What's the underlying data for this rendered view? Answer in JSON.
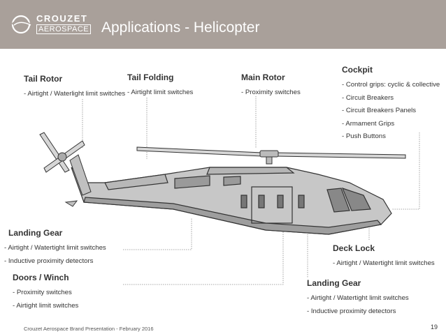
{
  "header": {
    "logo_name": "CROUZET",
    "logo_sub": "AEROSPACE",
    "title": "Applications - Helicopter",
    "bg_color": "#a9a09a"
  },
  "callouts": {
    "tail_rotor": {
      "title": "Tail Rotor",
      "items": [
        "- Airtight / Waterlight limit switches"
      ]
    },
    "tail_folding": {
      "title": "Tail Folding",
      "items": [
        "- Airtight limit switches"
      ]
    },
    "main_rotor": {
      "title": "Main Rotor",
      "items": [
        "- Proximity switches"
      ]
    },
    "cockpit": {
      "title": "Cockpit",
      "items": [
        "- Control grips: cyclic & collective",
        "- Circuit Breakers",
        "- Circuit Breakers Panels",
        "- Armament Grips",
        "- Push Buttons"
      ]
    },
    "landing_gear_left": {
      "title": "Landing Gear",
      "items": [
        "- Airtight / Watertight limit switches",
        "- Inductive proximity detectors"
      ]
    },
    "doors_winch": {
      "title": "Doors / Winch",
      "items": [
        "- Proximity switches",
        "- Airtight limit switches"
      ]
    },
    "deck_lock": {
      "title": "Deck Lock",
      "items": [
        "- Airtight / Watertight limit switches"
      ]
    },
    "landing_gear_right": {
      "title": "Landing Gear",
      "items": [
        "- Airtight / Watertight limit switches",
        "- Inductive proximity detectors"
      ]
    }
  },
  "footer": {
    "text": "Crouzet Aerospace Brand Presentation - February 2016",
    "page_number": "19"
  }
}
